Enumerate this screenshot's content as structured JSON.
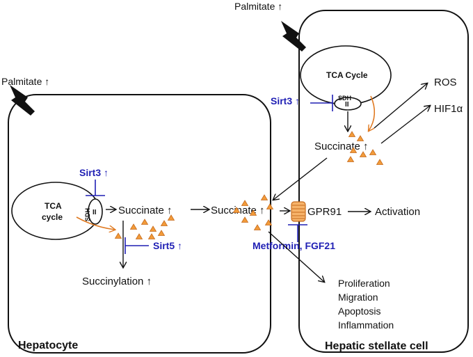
{
  "hepatocyte": {
    "palmitate": "Palmitate ↑",
    "tca_line1": "TCA",
    "tca_line2": "cycle",
    "sdh": "SDH",
    "complex": "II",
    "sirt3": "Sirt3 ↑",
    "succinate": "Succinate ↑",
    "sirt5": "Sirt5 ↑",
    "succinylation": "Succinylation ↑",
    "cell_label": "Hepatocyte"
  },
  "extracellular": {
    "succinate": "Succinate ↑",
    "gpr91": "GPR91",
    "activation": "Activation",
    "inhibitors": "Metformin,  FGF21"
  },
  "stellate": {
    "palmitate": "Palmitate ↑",
    "tca": "TCA Cycle",
    "sdh": "SDH",
    "complex": "II",
    "sirt3": "Sirt3 ↑",
    "succinate": "Succinate ↑",
    "ros": "ROS",
    "hif": "HIF1α",
    "outcomes": [
      "Proliferation",
      "Migration",
      "Apoptosis",
      "Inflammation"
    ],
    "cell_label": "Hepatic stellate cell"
  },
  "colors": {
    "inhibitor_blue": "#1f1fb4",
    "succinate_orange": "#e07a22",
    "receptor_fill": "#f6b36a"
  }
}
